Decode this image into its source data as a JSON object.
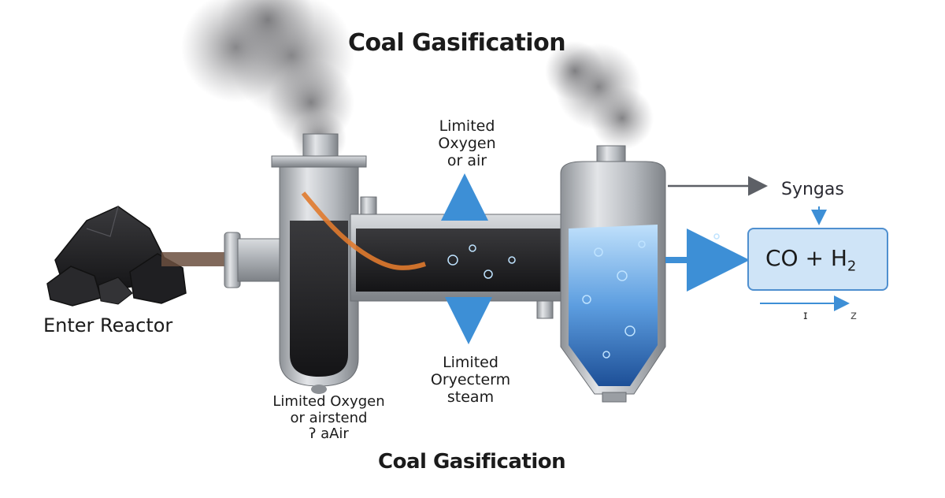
{
  "title": "Coal Gasification",
  "footer_title": "Coal Gasification",
  "labels": {
    "enter_reactor": "Enter Reactor",
    "top_oxygen": [
      "Limited",
      "Oxygen",
      "or air"
    ],
    "bottom_steam": [
      "Limited",
      "Oryecterm",
      "steam"
    ],
    "left_oxygen": [
      "Limited Oxygen",
      "or airstend",
      "ʔ aAir"
    ],
    "syngas": "Syngas",
    "product_formula": "CO + H",
    "product_subscript": "2",
    "small_marks": [
      "ɪ",
      "z"
    ]
  },
  "colors": {
    "coal": "#2b2b2d",
    "steel": "#b9bcc0",
    "water": "#5b9fe0",
    "product_box": "#cfe4f7",
    "arrow_blue": "#3d8fd6",
    "flame": "#e07a2e",
    "smoke": "#8a8a8a"
  }
}
